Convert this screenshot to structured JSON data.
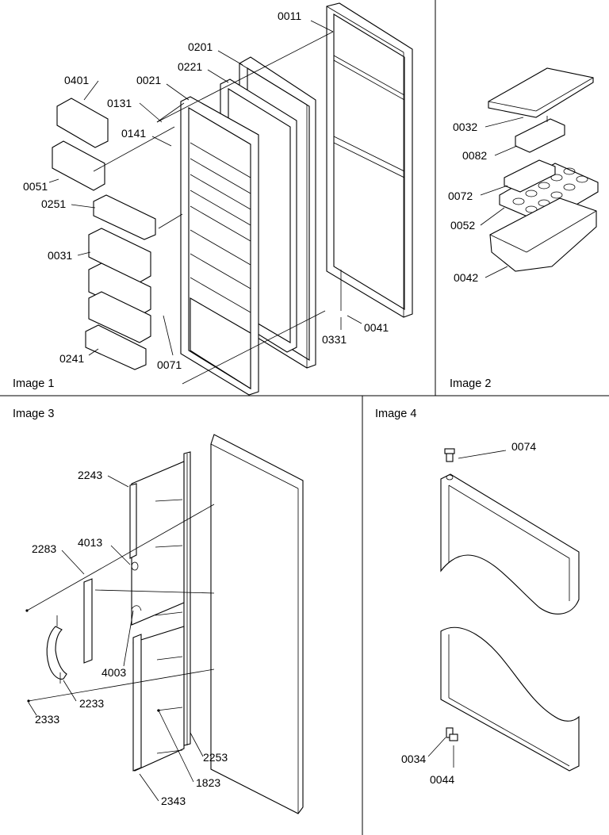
{
  "panels": [
    {
      "label": "Image 1"
    },
    {
      "label": "Image 2"
    },
    {
      "label": "Image 3"
    },
    {
      "label": "Image 4"
    }
  ],
  "image1": {
    "callouts": [
      "0011",
      "0201",
      "0221",
      "0021",
      "0401",
      "0131",
      "0141",
      "0051",
      "0251",
      "0031",
      "0241",
      "0071",
      "0331",
      "0041"
    ]
  },
  "image2": {
    "callouts": [
      "0032",
      "0082",
      "0072",
      "0052",
      "0042"
    ]
  },
  "image3": {
    "callouts": [
      "2243",
      "2283",
      "4013",
      "4003",
      "2233",
      "2333",
      "2253",
      "1823",
      "2343"
    ]
  },
  "image4": {
    "callouts": [
      "0074",
      "0034",
      "0044"
    ]
  }
}
